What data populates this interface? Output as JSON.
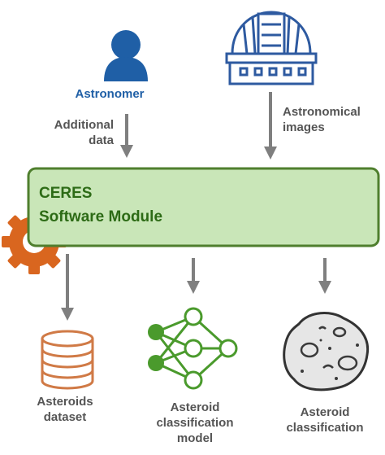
{
  "astronomer": {
    "label": "Astronomer"
  },
  "inputs": {
    "additional_data": [
      "Additional",
      "data"
    ],
    "astronomical_images": [
      "Astronomical",
      "images"
    ]
  },
  "module": {
    "title": [
      "CERES",
      "Software Module"
    ]
  },
  "outputs": {
    "dataset": [
      "Asteroids",
      "dataset"
    ],
    "model": [
      "Asteroid",
      "classification",
      "model"
    ],
    "classification": [
      "Asteroid",
      "classification"
    ]
  },
  "colors": {
    "astronomer": "#1f5fa6",
    "observatory": "#2e5aa0",
    "module_fill": "#c9e6b8",
    "module_border": "#4f7f2e",
    "module_text": "#2d6b16",
    "gear": "#d9661f",
    "arrow": "#7f7f7f",
    "database": "#d07a46",
    "network": "#4a9a2c",
    "asteroid": "#3a3a3a"
  },
  "icons": [
    "person-icon",
    "observatory-icon",
    "gear-icon",
    "database-icon",
    "neural-network-icon",
    "asteroid-icon"
  ]
}
